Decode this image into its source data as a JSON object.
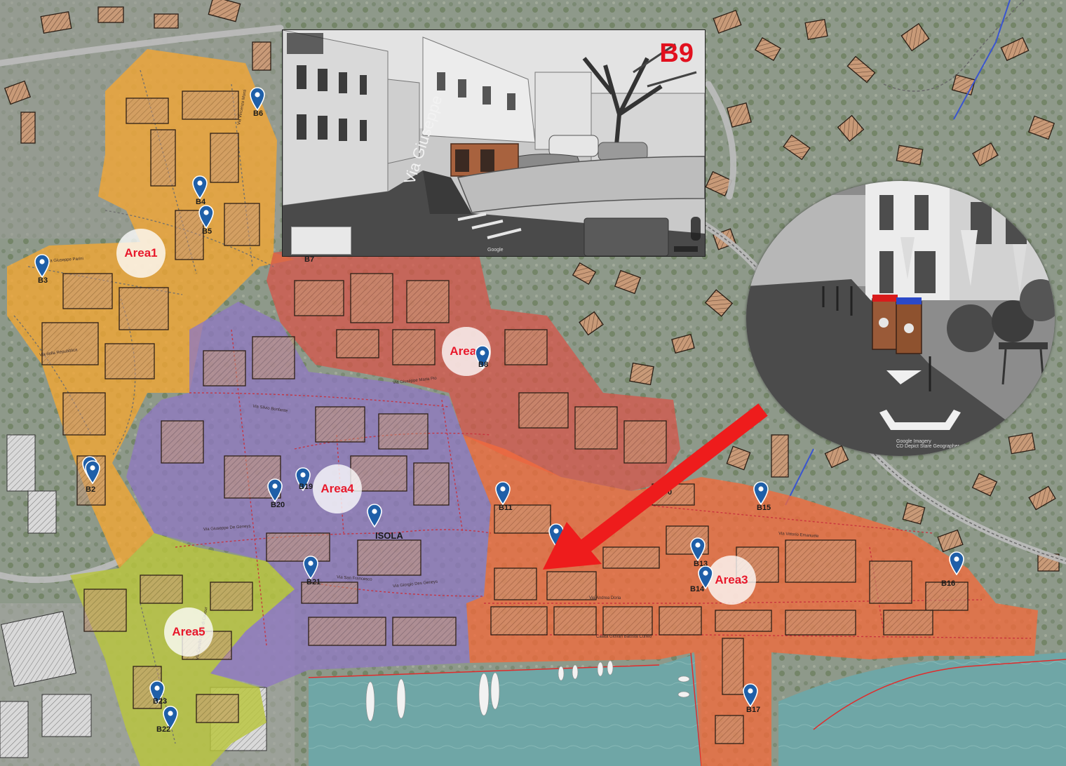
{
  "colors": {
    "area1": "#f5a632",
    "area2": "#d7564a",
    "area3": "#f26a3c",
    "area4": "#8f79c2",
    "area5": "#b9c63d",
    "marker": "#1f5fa8",
    "arrow": "#ee1c1c",
    "label": "#e8182b"
  },
  "areas": [
    {
      "id": "area1",
      "label": "Area1"
    },
    {
      "id": "area2",
      "label": "Area2"
    },
    {
      "id": "area3",
      "label": "Area3"
    },
    {
      "id": "area4",
      "label": "Area4"
    },
    {
      "id": "area5",
      "label": "Area5"
    }
  ],
  "district_label": "ISOLA",
  "markers": [
    {
      "id": "B6",
      "label": "B6"
    },
    {
      "id": "B4",
      "label": "B4"
    },
    {
      "id": "B5",
      "label": "B5"
    },
    {
      "id": "B3",
      "label": "B3"
    },
    {
      "id": "B2",
      "label": "B2"
    },
    {
      "id": "B2b",
      "label": ""
    },
    {
      "id": "B7",
      "label": "B7"
    },
    {
      "id": "B8",
      "label": "B8"
    },
    {
      "id": "B20",
      "label": "B20"
    },
    {
      "id": "B19",
      "label": "B19"
    },
    {
      "id": "ISOLA",
      "label": ""
    },
    {
      "id": "B21",
      "label": "B21"
    },
    {
      "id": "B11",
      "label": "B11"
    },
    {
      "id": "B10",
      "label": "0"
    },
    {
      "id": "B12",
      "label": ""
    },
    {
      "id": "B15",
      "label": "B15"
    },
    {
      "id": "B13",
      "label": "B13"
    },
    {
      "id": "B14",
      "label": "B14"
    },
    {
      "id": "B16",
      "label": "B16"
    },
    {
      "id": "B17",
      "label": "B17"
    },
    {
      "id": "B23",
      "label": "B23"
    },
    {
      "id": "B22",
      "label": "B22"
    }
  ],
  "streets": [
    "Via Giuseppe Parini",
    "Via della Repubblica",
    "Via Silvio Bonfante",
    "Via Giuseppe Maria Pio",
    "Via Giuseppe De Geneys",
    "Via Giorgio Des Geneys",
    "Via Andrea Doria",
    "Calata Giovan Battista Cuneo",
    "Via Camillo Benso di Cavour",
    "Via San Francesco",
    "Via Vittorio Emanuele",
    "Via Vincenzo Monti"
  ],
  "streetview": {
    "code": "B9",
    "road_label": "Via Giuseppe",
    "watermark": "Google"
  },
  "photo_inset": {
    "credit": "Google Imagery",
    "credit2": "CD Depict Stare Geographer"
  }
}
